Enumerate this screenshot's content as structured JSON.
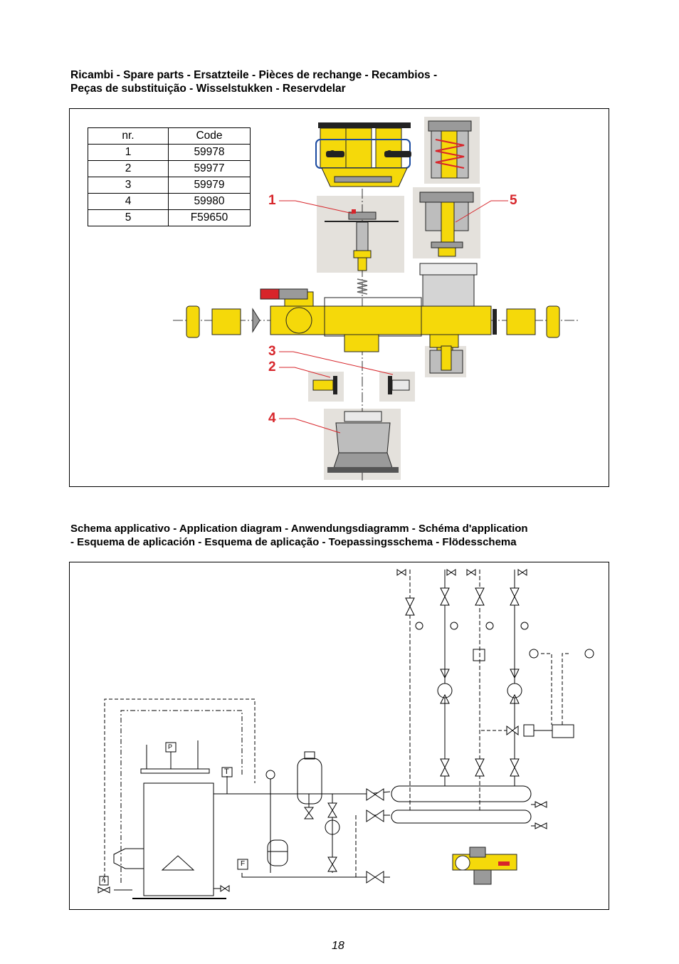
{
  "spare_parts": {
    "heading_line1": "Ricambi - Spare parts - Ersatzteile - Pièces de rechange - Recambios -",
    "heading_line2": "Peças de substituição - Wisselstukken - Reservdelar",
    "table": {
      "headers": [
        "nr.",
        "Code"
      ],
      "rows": [
        [
          "1",
          "59978"
        ],
        [
          "2",
          "59977"
        ],
        [
          "3",
          "59979"
        ],
        [
          "4",
          "59980"
        ],
        [
          "5",
          "F59650"
        ]
      ]
    },
    "callouts": [
      "1",
      "2",
      "3",
      "4",
      "5"
    ]
  },
  "application_diagram": {
    "heading_line1": "Schema applicativo - Application diagram - Anwendungsdiagramm - Schéma d'application",
    "heading_line2": "- Esquema de aplicación - Esquema de aplicação - Toepassingsschema - Flödesschema",
    "symbol_labels": {
      "pressure_switch": "P",
      "thermostat": "T",
      "flow_switch": "F",
      "alarm_valve": "A"
    }
  },
  "colors": {
    "callout_red": "#d7262b",
    "brass_yellow": "#f5d90a",
    "steel_grey": "#9a9a9a",
    "photo_background": "#e4e1dc",
    "handle_red": "#d8242a"
  },
  "page_number": "18"
}
